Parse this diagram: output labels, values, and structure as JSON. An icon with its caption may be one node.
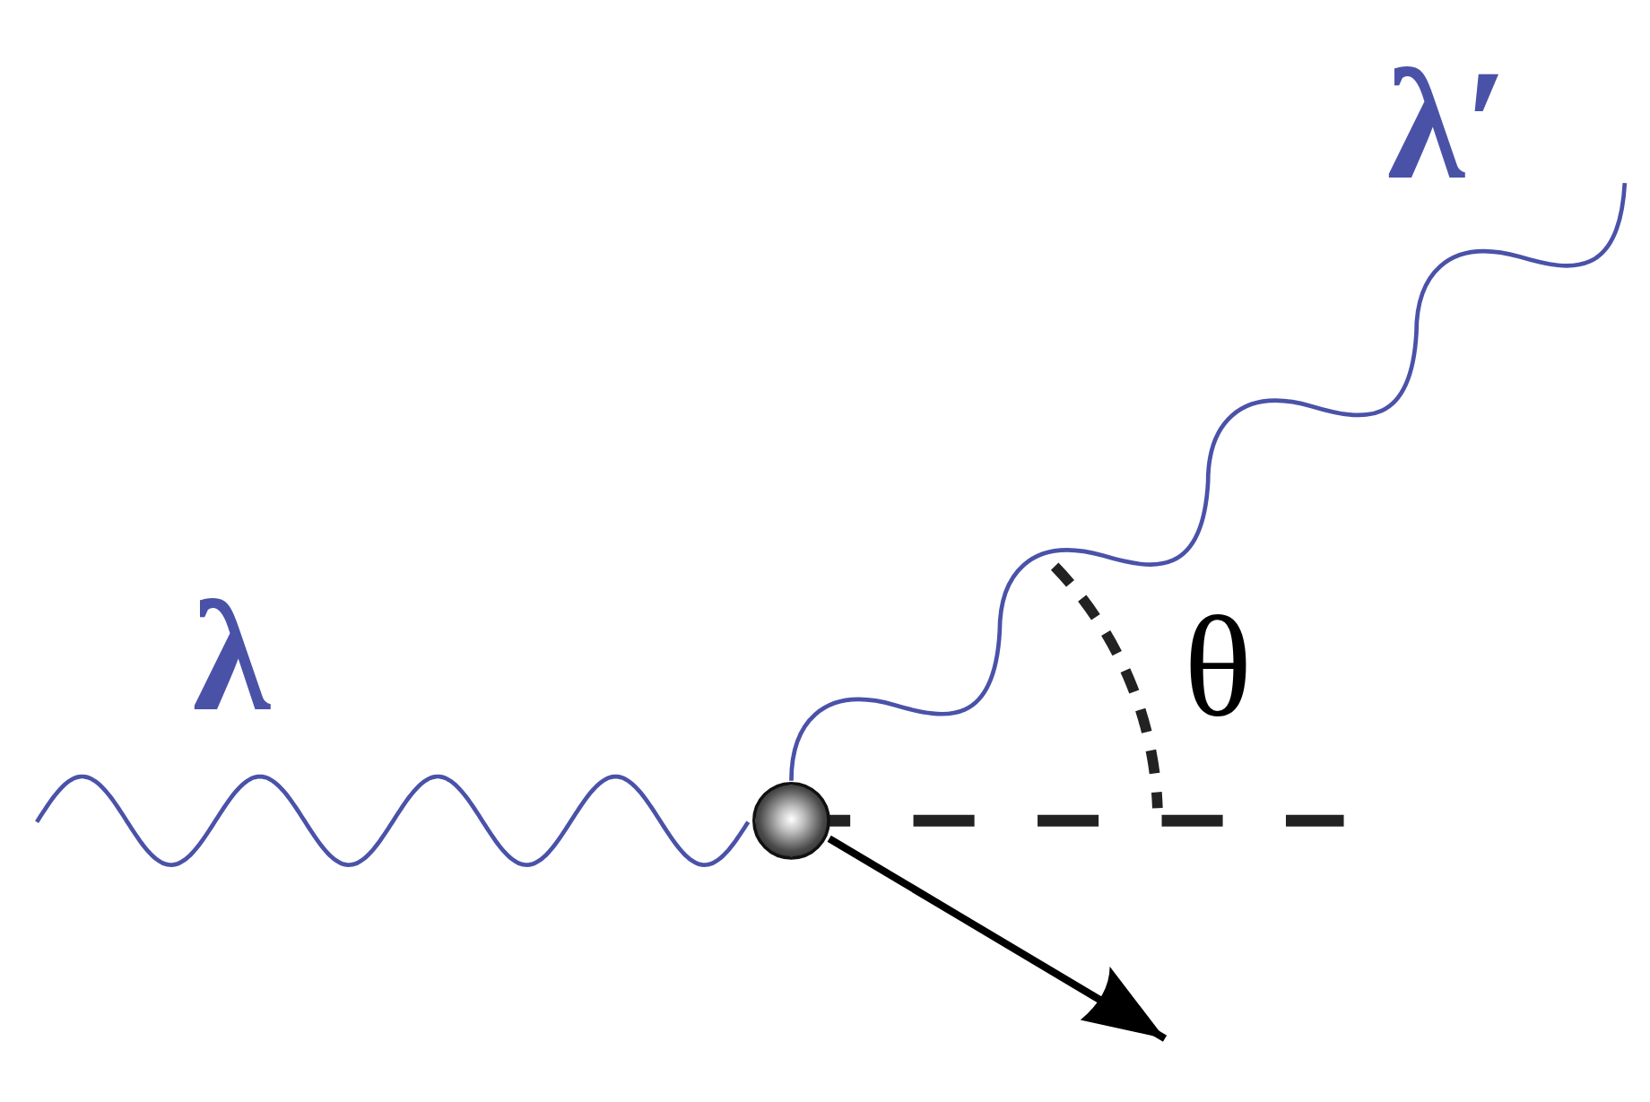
{
  "diagram": {
    "nodes": [
      {
        "text": [],
        "shape": "circle"
      }
    ],
    "labels": [
      "λ",
      "λ′",
      "θ"
    ]
  }
}
